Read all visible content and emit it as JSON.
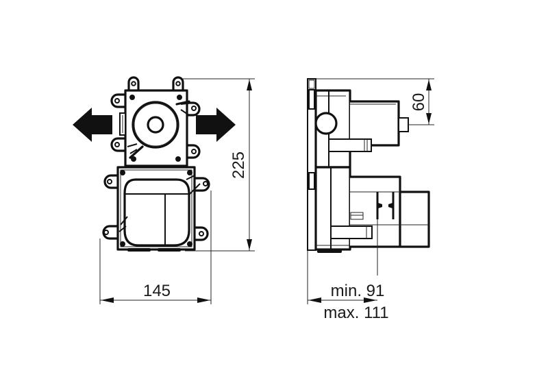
{
  "front_view": {
    "width_label": "145",
    "height_label": "225",
    "arrows": [
      "left",
      "right"
    ]
  },
  "side_view": {
    "top_offset_label": "60",
    "depth_min_label": "min. 91",
    "depth_max_label": "max. 111"
  },
  "colors": {
    "line": "#111111",
    "background": "#ffffff"
  }
}
